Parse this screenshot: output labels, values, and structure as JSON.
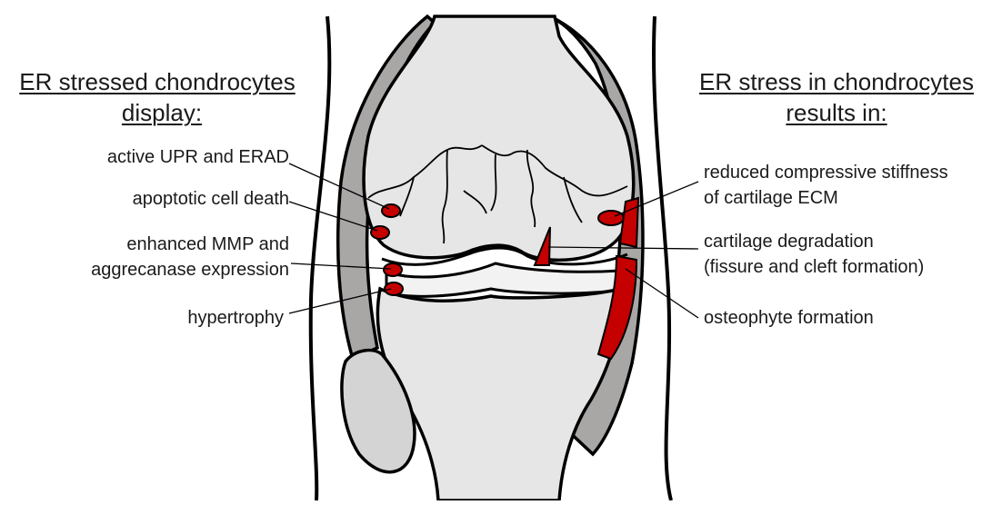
{
  "left_panel": {
    "heading_line1": "ER stressed chondrocytes",
    "heading_line2": "display:",
    "items": [
      {
        "label": "active UPR and ERAD"
      },
      {
        "label": "apoptotic cell death"
      },
      {
        "label_line1": "enhanced MMP and",
        "label_line2": "aggrecanase expression"
      },
      {
        "label": "hypertrophy"
      }
    ]
  },
  "right_panel": {
    "heading_line1": "ER stress in chondrocytes",
    "heading_line2": "results in:",
    "items": [
      {
        "label_line1": "reduced compressive stiffness",
        "label_line2": "of cartilage ECM"
      },
      {
        "label_line1": "cartilage degradation",
        "label_line2": "(fissure and cleft formation)"
      },
      {
        "label": "osteophyte formation"
      }
    ]
  },
  "colors": {
    "bone": "#e6e6e6",
    "capsule": "#a9a6a6",
    "lesion": "#c40000",
    "outline": "#000000"
  }
}
